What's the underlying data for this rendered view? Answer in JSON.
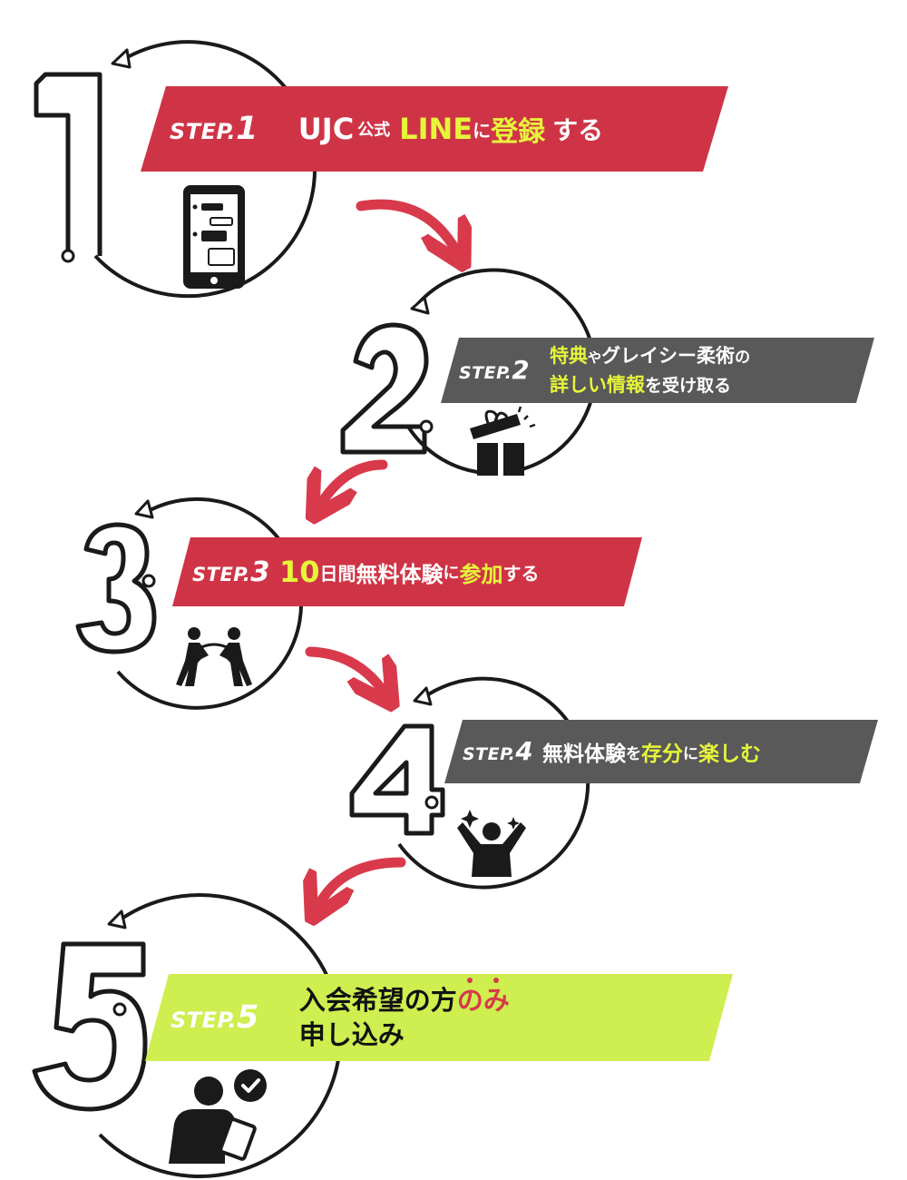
{
  "colors": {
    "red": "#cf3446",
    "gray": "#595959",
    "lime": "#cfee4f",
    "yellow_text": "#e6f53a",
    "dark": "#1a1a1a",
    "arrow": "#d83a4b"
  },
  "steps": [
    {
      "number": "1",
      "label_prefix": "STEP.",
      "label_num": "1",
      "parts": [
        "UJC",
        "公式",
        "LINE",
        "に",
        "登録",
        "する"
      ],
      "icon": "smartphone-chat-icon"
    },
    {
      "number": "2",
      "label_prefix": "STEP.",
      "label_num": "2",
      "line1_parts": [
        "特典",
        "や",
        "グレイシー柔術",
        "の"
      ],
      "line2_parts": [
        "詳しい",
        "情報",
        "を受け取る"
      ],
      "icon": "gift-box-icon"
    },
    {
      "number": "3",
      "label_prefix": "STEP.",
      "label_num": "3",
      "parts": [
        "10",
        "日間",
        "無料体験",
        "に",
        "参加",
        "する"
      ],
      "icon": "grappling-icon"
    },
    {
      "number": "4",
      "label_prefix": "STEP.",
      "label_num": "4",
      "parts": [
        "無料体験",
        "を",
        "存分",
        "に",
        "楽しむ"
      ],
      "icon": "cheering-person-icon"
    },
    {
      "number": "5",
      "label_prefix": "STEP.",
      "label_num": "5",
      "line1_parts": [
        "入会希望の方",
        "の",
        "み"
      ],
      "line2": "申し込み",
      "icon": "signup-check-icon"
    }
  ]
}
